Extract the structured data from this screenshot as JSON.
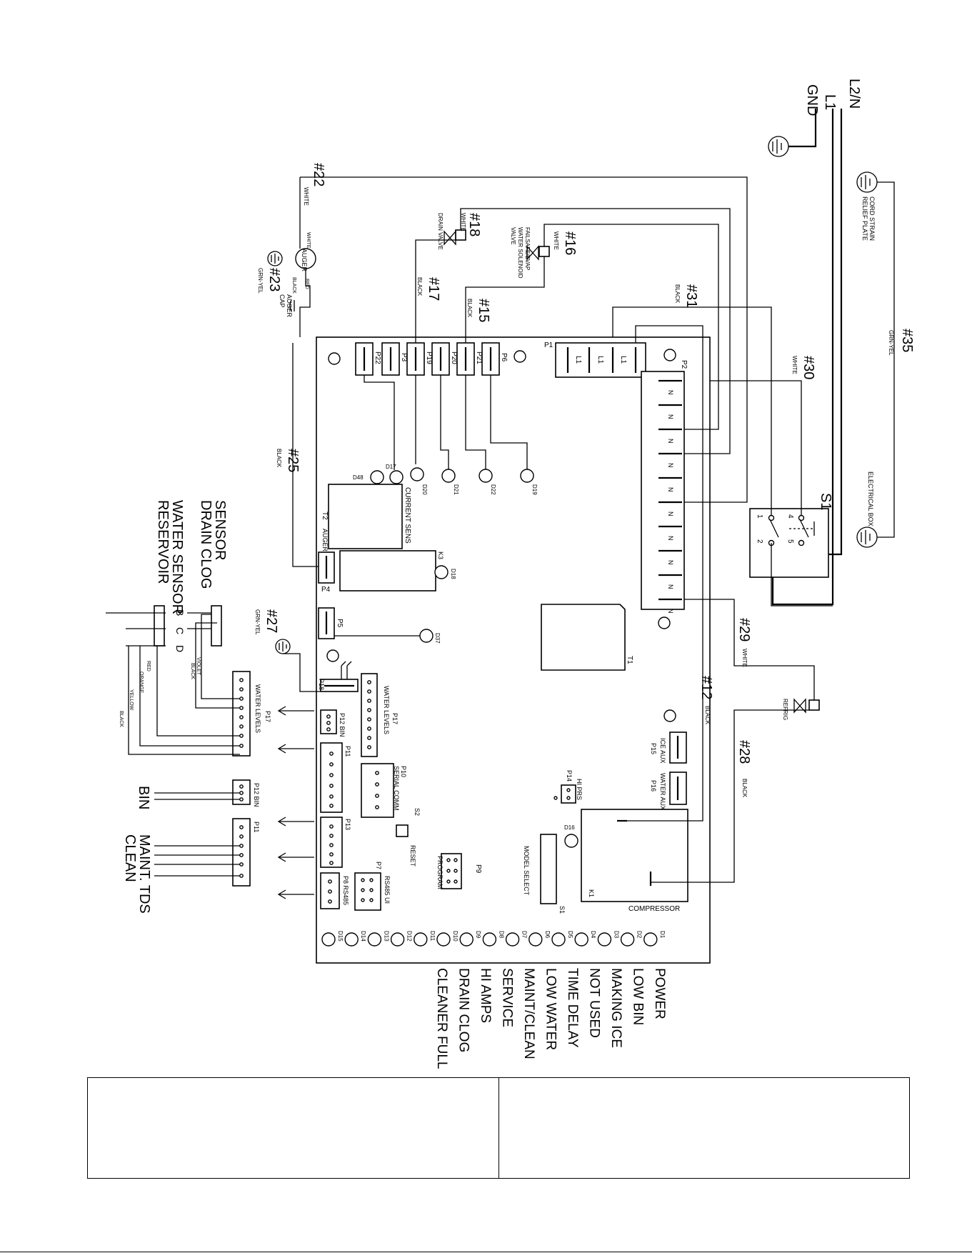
{
  "power": {
    "l2n": "L2/N",
    "l1": "L1",
    "gnd": "GND"
  },
  "wires": {
    "w22": {
      "num": "#22",
      "color": "WHITE"
    },
    "w23": {
      "num": "#23",
      "color": "GRN-YEL"
    },
    "w18": {
      "num": "#18",
      "color": "WHITE"
    },
    "w16": {
      "num": "#16",
      "color": "WHITE"
    },
    "w17": {
      "num": "#17",
      "color": "BLACK"
    },
    "w15": {
      "num": "#15",
      "color": "BLACK"
    },
    "w31": {
      "num": "#31",
      "color": "BLACK"
    },
    "w35": {
      "num": "#35",
      "color": "GRN-YEL"
    },
    "w30": {
      "num": "#30",
      "color": "WHITE"
    },
    "w25": {
      "num": "#25",
      "color": "BLACK"
    },
    "w27": {
      "num": "#27",
      "color": "GRN-YEL"
    },
    "w29": {
      "num": "#29",
      "color": "WHITE"
    },
    "w12": {
      "num": "#12",
      "color": "BLACK"
    },
    "w28": {
      "num": "#28",
      "color": "BLACK"
    }
  },
  "components": {
    "cord_strain": "CORD STRAIN",
    "relief_plate": "RELIEF PLATE",
    "electrical_box": "ELECTRICAL BOX",
    "drain_valve": "DRAIN VALVE",
    "failsafe_1": "FAILSAFE/EVAP",
    "failsafe_2": "WATER SOLENOID",
    "failsafe_3": "VALVE",
    "auger": "AUGER",
    "auger_cap_1": "AUGER",
    "auger_cap_2": "CAP",
    "red": "RED",
    "black": "BLACK",
    "white": "WHITE",
    "s1": "S1",
    "refrig": "REFRIG",
    "drain_clog_1": "DRAIN CLOG",
    "drain_clog_2": "SENSOR",
    "reservoir_1": "RESERVOIR",
    "reservoir_2": "WATER SENSOR",
    "bin": "BIN",
    "maint_tds": "MAINT. TDS",
    "clean": "CLEAN",
    "sensor_b": "B",
    "sensor_c": "C",
    "sensor_d": "D",
    "violet": "VIOLET",
    "orange": "ORANGE",
    "yellow": "YELLOW"
  },
  "board": {
    "p1": "P1",
    "p2": "P2",
    "p3": "P3",
    "p4": "P4",
    "p5": "P5",
    "p6": "P6",
    "p19": "P19",
    "p20": "P20",
    "p21": "P21",
    "p22": "P22",
    "l1": "L1",
    "n": "N",
    "t1": "T1",
    "t2": "T2",
    "k1": "K1",
    "k3": "K3",
    "auger": "AUGER",
    "current_sens": "CURRENT SENS",
    "d48": "D48",
    "d17": "D17",
    "d20": "D20",
    "d21": "D21",
    "d22": "D22",
    "d19": "D19",
    "d18": "D18",
    "d37": "D37",
    "d16": "D16",
    "p18": "P18",
    "p17": "P17",
    "water_levels": "WATER LEVELS",
    "p12": "P12 BIN",
    "p11": "P11",
    "p13": "P13",
    "p10": "P10",
    "serial_comm": "SERIAL COMM",
    "s2": "S2",
    "reset": "RESET",
    "p9": "P9",
    "program": "PROGRAM",
    "p8": "P8 RS485",
    "p7": "P7",
    "rs485_ui": "RS485 UI",
    "model_select": "MODEL SELECT",
    "s1": "S1",
    "p14": "P14",
    "hi_prs": "HI PRS",
    "ice_aux": "ICE AUX",
    "p15": "P15",
    "water_aux": "WATER AUX",
    "p16": "P16",
    "compressor": "COMPRESSOR"
  },
  "leds": {
    "ids": [
      "D15",
      "D14",
      "D13",
      "D12",
      "D11",
      "D10",
      "D9",
      "D8",
      "D7",
      "D6",
      "D5",
      "D4",
      "D3",
      "D2",
      "D1"
    ],
    "labels": [
      "POWER",
      "LOW BIN",
      "MAKING ICE",
      "NOT USED",
      "TIME DELAY",
      "LOW WATER",
      "MAINT/CLEAN",
      "SERVICE",
      "HI AMPS",
      "DRAIN CLOG",
      "CLEANER FULL"
    ]
  },
  "switch_pins": [
    "1",
    "4",
    "2",
    "5"
  ]
}
